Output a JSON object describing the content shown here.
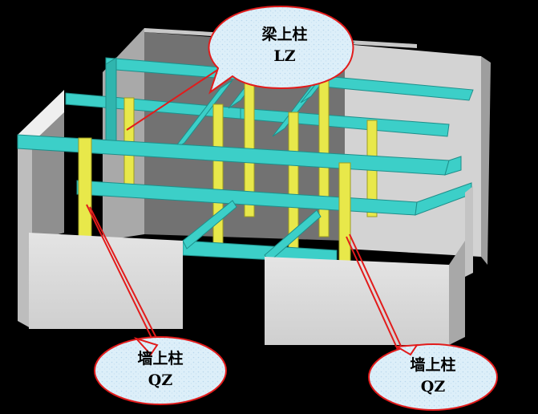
{
  "callouts": {
    "beam_column": {
      "name": "梁上柱",
      "code": "LZ"
    },
    "wall_column_left": {
      "name": "墙上柱",
      "code": "QZ"
    },
    "wall_column_right": {
      "name": "墙上柱",
      "code": "QZ"
    }
  },
  "colors": {
    "background": "#000000",
    "beam": "#3CCFC8",
    "column": "#E8E84A",
    "wall": "#D6D6D6",
    "callout_fill": "#DDEFF9",
    "callout_border": "#E21B1B",
    "leader": "#E21B1B"
  }
}
